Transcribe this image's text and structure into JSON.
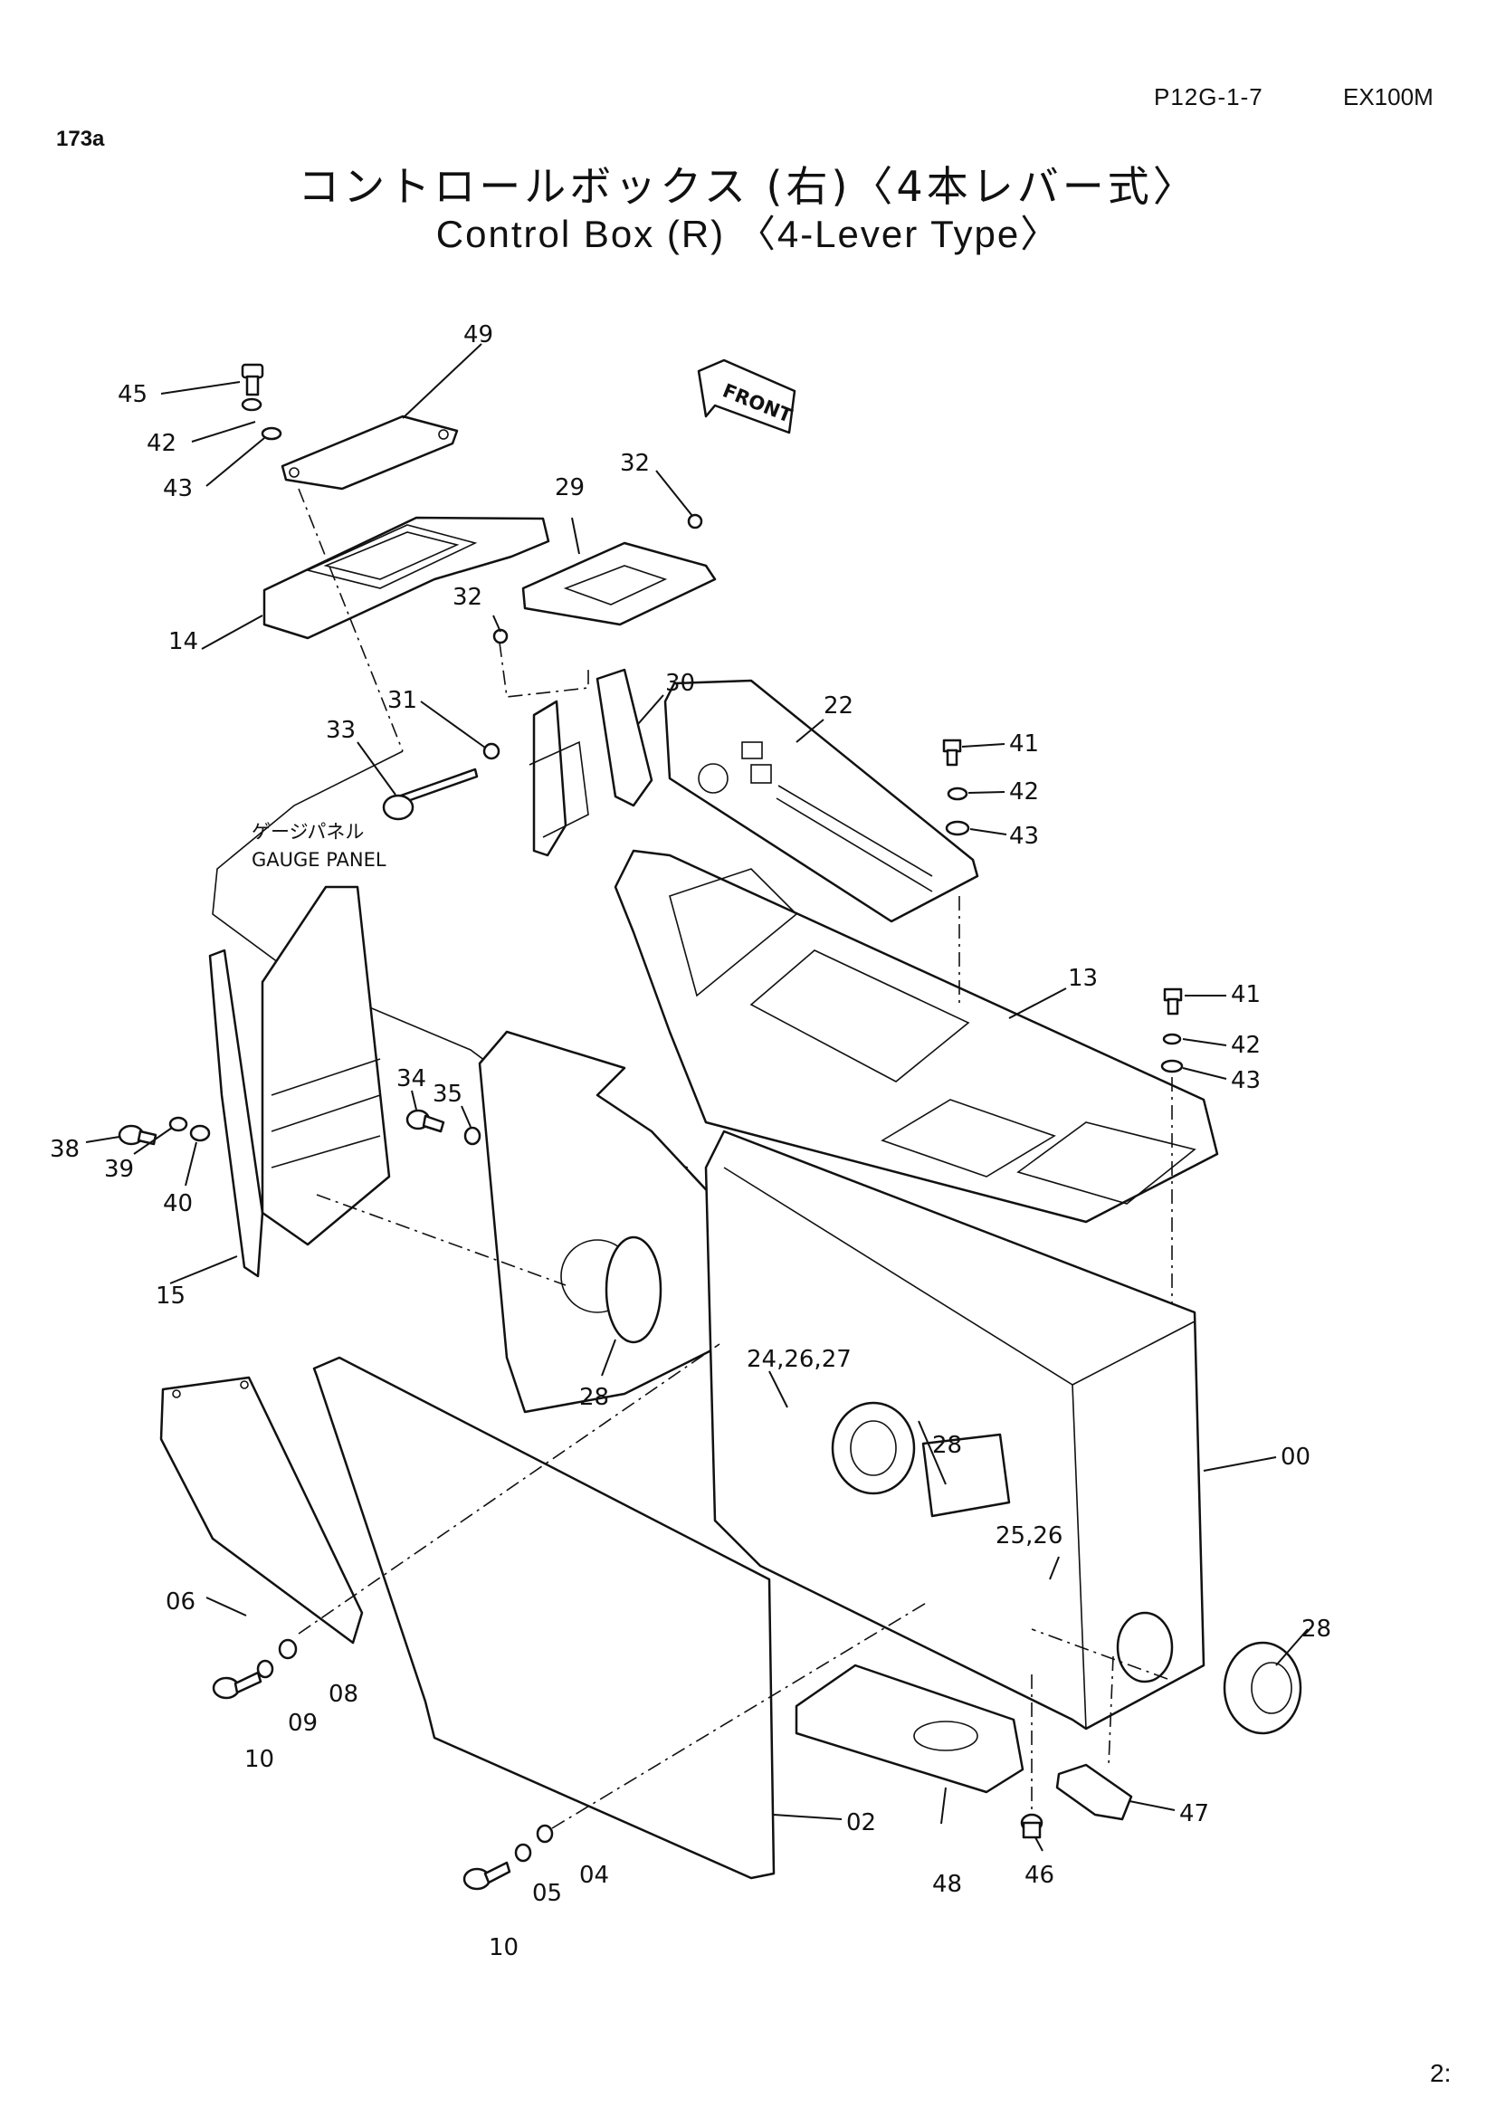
{
  "header": {
    "code": "P12G-1-7",
    "model": "EX100M",
    "sheet": "173a",
    "title_jp": "コントロールボックス (右)〈4本レバー式〉",
    "title_en": "Control Box (R) 〈4-Lever Type〉",
    "page_number": "2:"
  },
  "annotations": {
    "front_label": "FRONT",
    "gauge_panel_jp": "ゲージパネル",
    "gauge_panel_en": "GAUGE PANEL"
  },
  "callouts": [
    "45",
    "42",
    "43",
    "49",
    "14",
    "29",
    "32",
    "32",
    "31",
    "30",
    "22",
    "33",
    "41",
    "42",
    "43",
    "13",
    "41",
    "42",
    "43",
    "38",
    "39",
    "40",
    "34",
    "35",
    "15",
    "24,26,27",
    "28",
    "28",
    "00",
    "25,26",
    "28",
    "06",
    "08",
    "09",
    "10",
    "02",
    "47",
    "48",
    "46",
    "04",
    "05",
    "10"
  ]
}
